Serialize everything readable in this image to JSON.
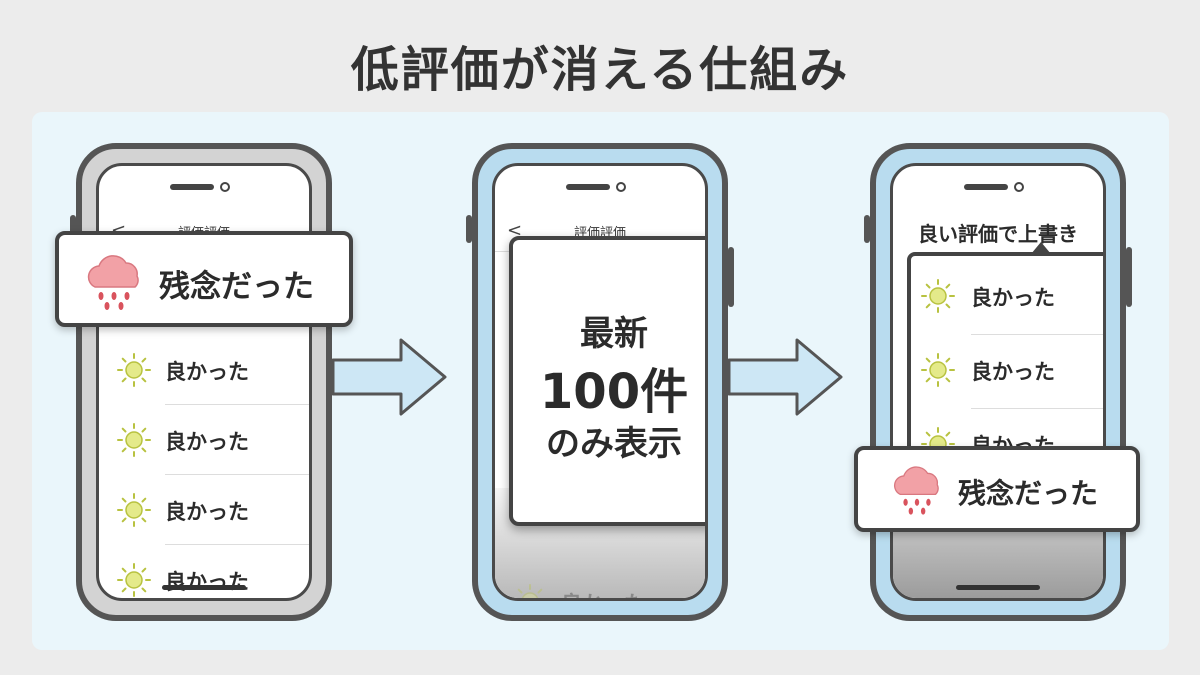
{
  "title": "低評価が消える仕組み",
  "phone1": {
    "header_back": "<",
    "header_title": "評価評価",
    "bad_review": "残念だった",
    "reviews": [
      "良かった",
      "良かった",
      "良かった",
      "良かった"
    ]
  },
  "phone2": {
    "header_back": "<",
    "header_title": "評価評価",
    "box_line1": "最新",
    "box_line2": "100件",
    "box_line3": "のみ表示",
    "faded_review": "良かった"
  },
  "phone3": {
    "overwrite_title": "良い評価で上書き",
    "reviews": [
      "良かった",
      "良かった",
      "良かった"
    ],
    "bad_review": "残念だった"
  },
  "colors": {
    "arrow_fill": "#cde7f5",
    "sun": "#d6e06a",
    "cloud": "#f09aa0",
    "phone_blue": "#b9dcef",
    "phone_gray": "#d3d3d3"
  }
}
